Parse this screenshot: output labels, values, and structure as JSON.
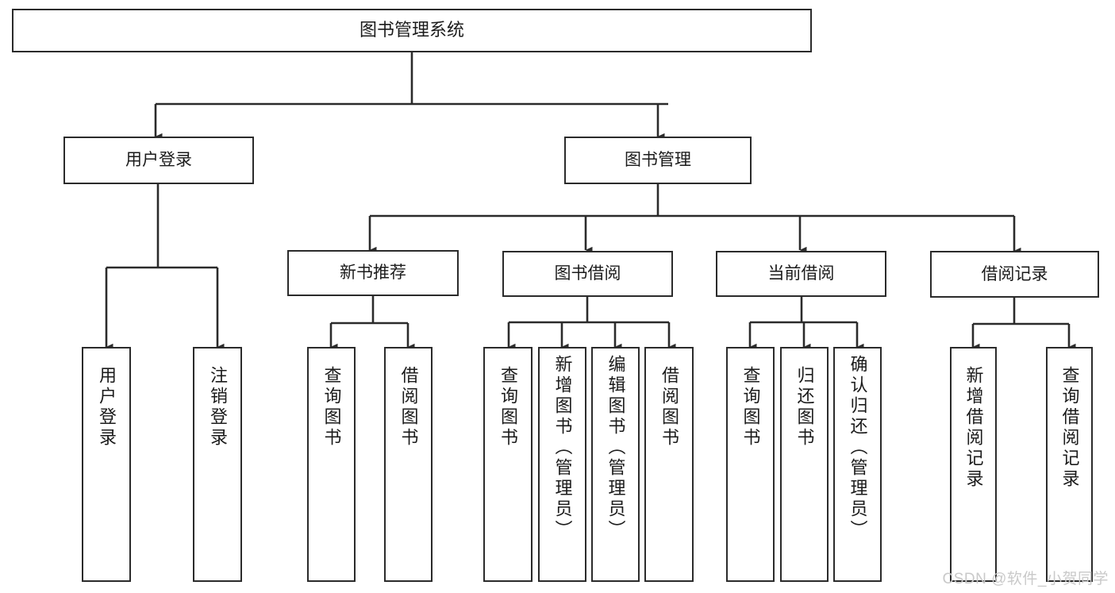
{
  "diagram": {
    "type": "tree-hierarchy",
    "title": "图书管理系统",
    "levels": 4,
    "root": {
      "id": "root",
      "label": "图书管理系统",
      "orientation": "horizontal"
    },
    "level2": [
      {
        "id": "user-login",
        "label": "用户登录",
        "orientation": "horizontal"
      },
      {
        "id": "book-manage",
        "label": "图书管理",
        "orientation": "horizontal"
      }
    ],
    "level3": [
      {
        "id": "new-book-rec",
        "label": "新书推荐",
        "orientation": "horizontal",
        "parent": "book-manage"
      },
      {
        "id": "book-borrow",
        "label": "图书借阅",
        "orientation": "horizontal",
        "parent": "book-manage"
      },
      {
        "id": "current-borrow",
        "label": "当前借阅",
        "orientation": "horizontal",
        "parent": "book-manage"
      },
      {
        "id": "borrow-record",
        "label": "借阅记录",
        "orientation": "horizontal",
        "parent": "book-manage"
      }
    ],
    "leaves": [
      {
        "id": "leaf-user-login",
        "label": "用户登录",
        "parent": "user-login",
        "orientation": "vertical"
      },
      {
        "id": "leaf-user-logout",
        "label": "注销登录",
        "parent": "user-login",
        "orientation": "vertical"
      },
      {
        "id": "leaf-query-book-1",
        "label": "查询图书",
        "parent": "new-book-rec",
        "orientation": "vertical"
      },
      {
        "id": "leaf-borrow-book-1",
        "label": "借阅图书",
        "parent": "new-book-rec",
        "orientation": "vertical"
      },
      {
        "id": "leaf-query-book-2",
        "label": "查询图书",
        "parent": "book-borrow",
        "orientation": "vertical"
      },
      {
        "id": "leaf-add-book",
        "label": "新增图书（管理员）",
        "parent": "book-borrow",
        "orientation": "vertical"
      },
      {
        "id": "leaf-edit-book",
        "label": "编辑图书（管理员）",
        "parent": "book-borrow",
        "orientation": "vertical"
      },
      {
        "id": "leaf-borrow-book-2",
        "label": "借阅图书",
        "parent": "book-borrow",
        "orientation": "vertical"
      },
      {
        "id": "leaf-query-book-3",
        "label": "查询图书",
        "parent": "current-borrow",
        "orientation": "vertical"
      },
      {
        "id": "leaf-return-book",
        "label": "归还图书",
        "parent": "current-borrow",
        "orientation": "vertical"
      },
      {
        "id": "leaf-confirm-return",
        "label": "确认归还（管理员）",
        "parent": "current-borrow",
        "orientation": "vertical"
      },
      {
        "id": "leaf-add-record",
        "label": "新增借阅记录",
        "parent": "borrow-record",
        "orientation": "vertical"
      },
      {
        "id": "leaf-query-record",
        "label": "查询借阅记录",
        "parent": "borrow-record",
        "orientation": "vertical"
      }
    ],
    "colors": {
      "stroke": "#2b2b2b",
      "fill": "#ffffff",
      "text": "#1b1b1b",
      "watermark": "#c9c9c9"
    }
  },
  "watermark": {
    "text": "CSDN @软件_小贺同学"
  }
}
